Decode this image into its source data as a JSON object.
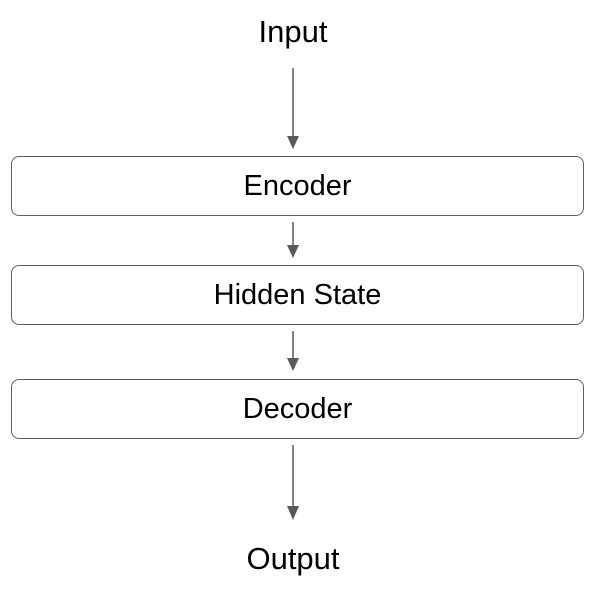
{
  "diagram": {
    "input_label": "Input",
    "output_label": "Output",
    "stages": [
      {
        "label": "Encoder"
      },
      {
        "label": "Hidden State"
      },
      {
        "label": "Decoder"
      }
    ]
  },
  "colors": {
    "stroke": "#5f5f5f",
    "arrow": "#595959",
    "text": "#000000",
    "background": "#ffffff"
  }
}
